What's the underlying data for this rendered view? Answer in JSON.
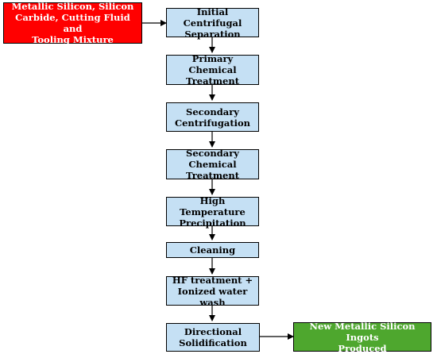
{
  "diagram": {
    "input": {
      "label": "Metallic Silicon, Silicon\nCarbide, Cutting Fluid and\nTooling Mixture"
    },
    "steps": [
      {
        "label": "Initial Centrifugal\nSeparation"
      },
      {
        "label": "Primary Chemical\nTreatment"
      },
      {
        "label": "Secondary\nCentrifugation"
      },
      {
        "label": "Secondary Chemical\nTreatment"
      },
      {
        "label": "High Temperature\nPrecipitation"
      },
      {
        "label": "Cleaning"
      },
      {
        "label": "HF treatment +\nIonized water wash"
      },
      {
        "label": "Directional\nSolidification"
      }
    ],
    "output": {
      "label": "New Metallic Silicon Ingots\nProduced"
    },
    "colors": {
      "input_fill": "#ff0000",
      "step_fill": "#c5e0f4",
      "output_fill": "#4ea72e",
      "border": "#000000"
    }
  }
}
